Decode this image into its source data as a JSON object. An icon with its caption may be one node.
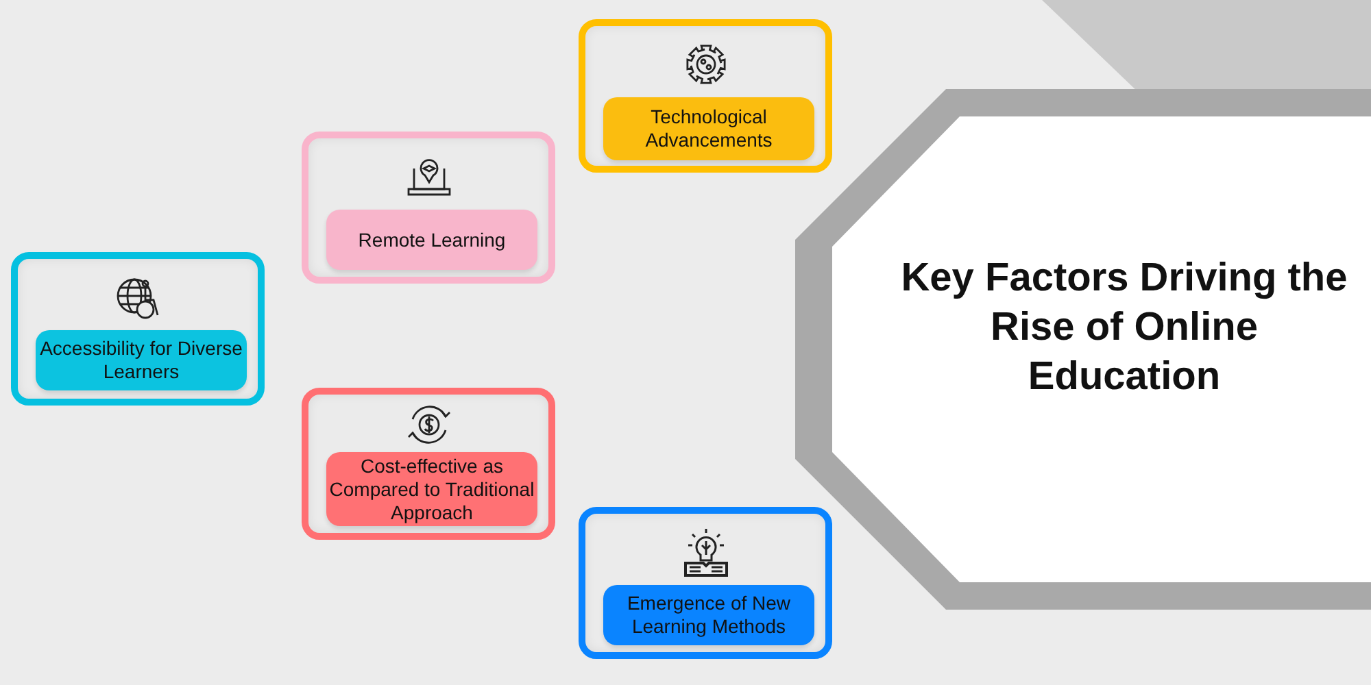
{
  "diagram": {
    "nodes": [
      {
        "text": [
          "Key Factors Driving the Rise of Online Education"
        ]
      },
      {
        "text": [
          "Technological Advancements"
        ]
      },
      {
        "text": [
          "Remote Learning"
        ]
      },
      {
        "text": [
          "Accessibility for Diverse Learners"
        ]
      },
      {
        "text": [
          "Cost-effective as Compared to Traditional Approach"
        ]
      },
      {
        "text": [
          "Emergence of New Learning Methods"
        ]
      }
    ]
  }
}
